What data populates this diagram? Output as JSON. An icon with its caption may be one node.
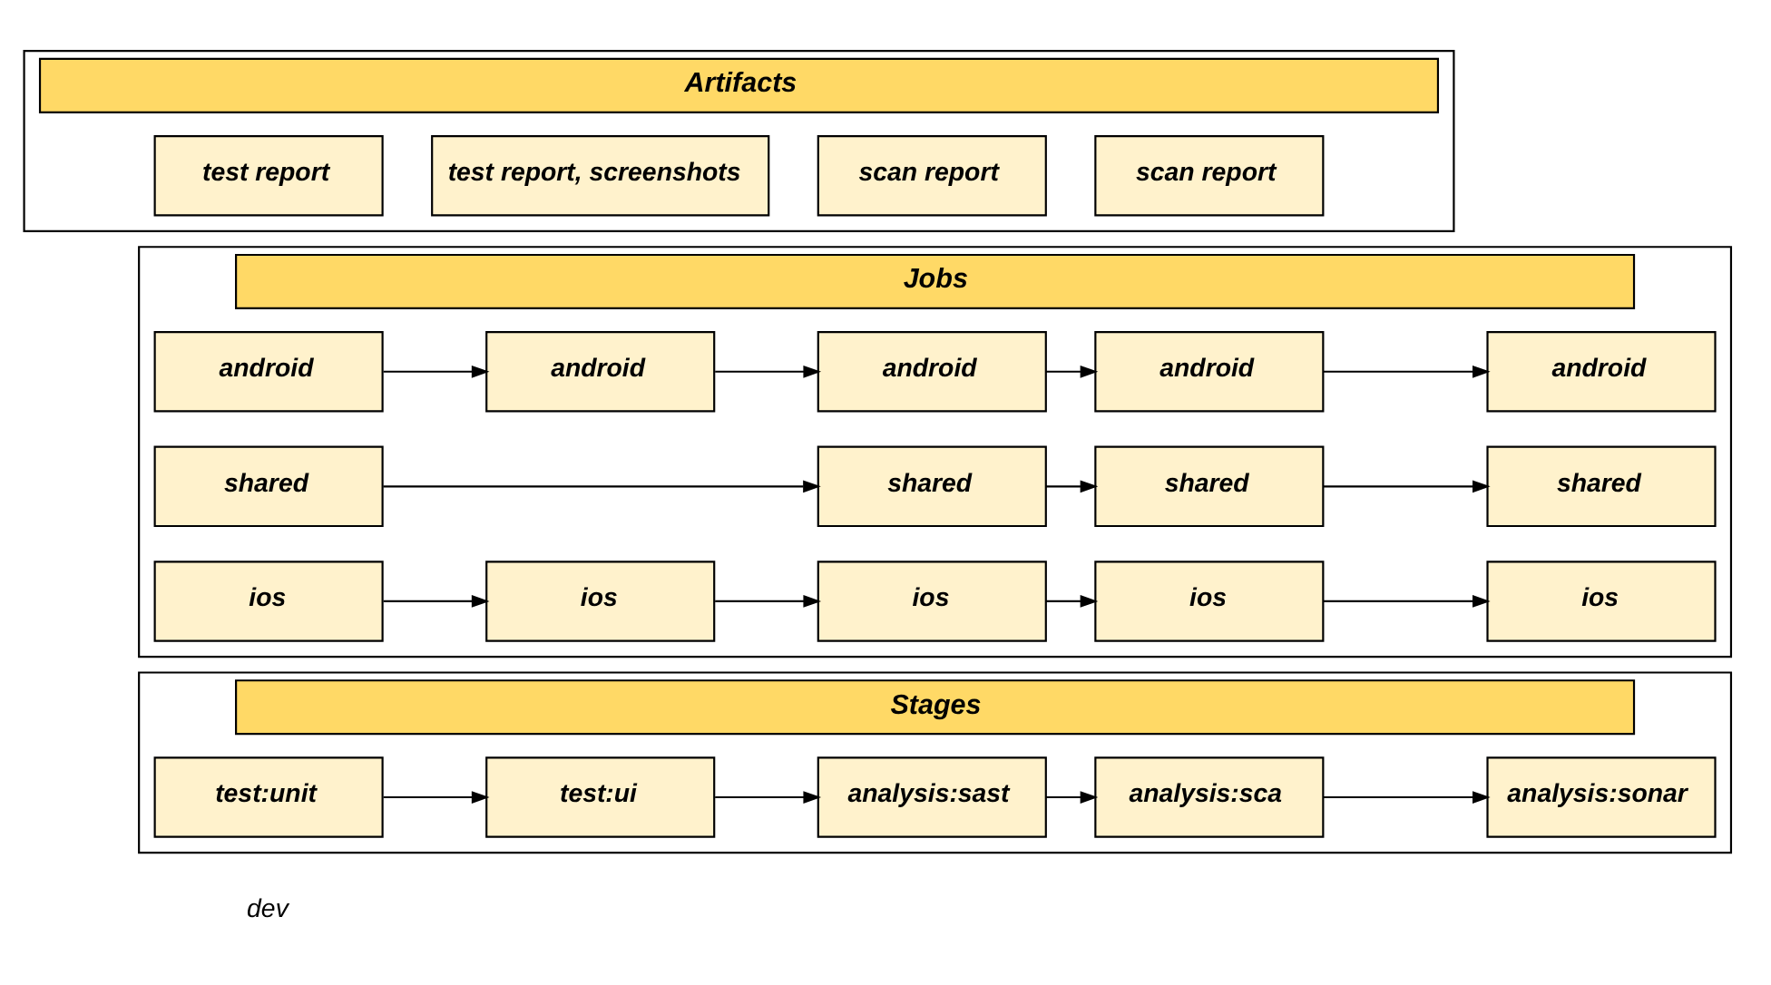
{
  "diagram": {
    "nodes": [
      {
        "text": [
          "Stages"
        ]
      },
      {
        "text": [
          "test:unit"
        ],
        "in": 0
      },
      {
        "text": [
          "test:ui"
        ],
        "in": 0
      },
      {
        "text": [
          "analysis:sast"
        ],
        "in": 0
      },
      {
        "text": [
          "analysis:sca"
        ],
        "in": 0
      },
      {
        "text": [
          "analysis:sonar"
        ],
        "in": 0
      },
      {
        "text": [
          "Jobs"
        ]
      },
      {
        "text": [
          "android"
        ],
        "in": 6
      },
      {
        "text": [
          "android"
        ],
        "in": 6
      },
      {
        "text": [
          "android"
        ],
        "in": 6
      },
      {
        "text": [
          "android"
        ],
        "in": 6
      },
      {
        "text": [
          "android"
        ],
        "in": 6
      },
      {
        "text": [
          "shared"
        ],
        "in": 6
      },
      {
        "text": [
          "shared"
        ],
        "in": 6
      },
      {
        "text": [
          "shared"
        ],
        "in": 6
      },
      {
        "text": [
          "shared"
        ],
        "in": 6
      },
      {
        "text": [
          "ios"
        ],
        "in": 6
      },
      {
        "text": [
          "ios"
        ],
        "in": 6
      },
      {
        "text": [
          "ios"
        ],
        "in": 6
      },
      {
        "text": [
          "ios"
        ],
        "in": 6
      },
      {
        "text": [
          "ios"
        ],
        "in": 6
      },
      {
        "text": [
          "Artifacts"
        ]
      },
      {
        "text": [
          "test report"
        ],
        "in": 21
      },
      {
        "text": [
          "test report, screenshots"
        ],
        "in": 21
      },
      {
        "text": [
          "scan report"
        ],
        "in": 21
      },
      {
        "text": [
          "scan report"
        ],
        "in": 21
      }
    ],
    "edges": [
      {
        "from": 1,
        "to": 2,
        "arrow": "to"
      },
      {
        "from": 2,
        "to": 3,
        "arrow": "to"
      },
      {
        "from": 3,
        "to": 4,
        "arrow": "to"
      },
      {
        "from": 4,
        "to": 5,
        "arrow": "to"
      },
      {
        "from": 7,
        "to": 8,
        "arrow": "to"
      },
      {
        "from": 8,
        "to": 9,
        "arrow": "to"
      },
      {
        "from": 9,
        "to": 10,
        "arrow": "to"
      },
      {
        "from": 10,
        "to": 11,
        "arrow": "to"
      },
      {
        "from": 12,
        "to": 13,
        "arrow": "to"
      },
      {
        "from": 13,
        "to": 14,
        "arrow": "to"
      },
      {
        "from": 14,
        "to": 15,
        "arrow": "to"
      },
      {
        "from": 16,
        "to": 17,
        "arrow": "to"
      },
      {
        "from": 17,
        "to": 18,
        "arrow": "to"
      },
      {
        "from": 18,
        "to": 19,
        "arrow": "to"
      },
      {
        "from": 19,
        "to": 20,
        "arrow": "to"
      }
    ],
    "labels": [
      "dev"
    ]
  }
}
